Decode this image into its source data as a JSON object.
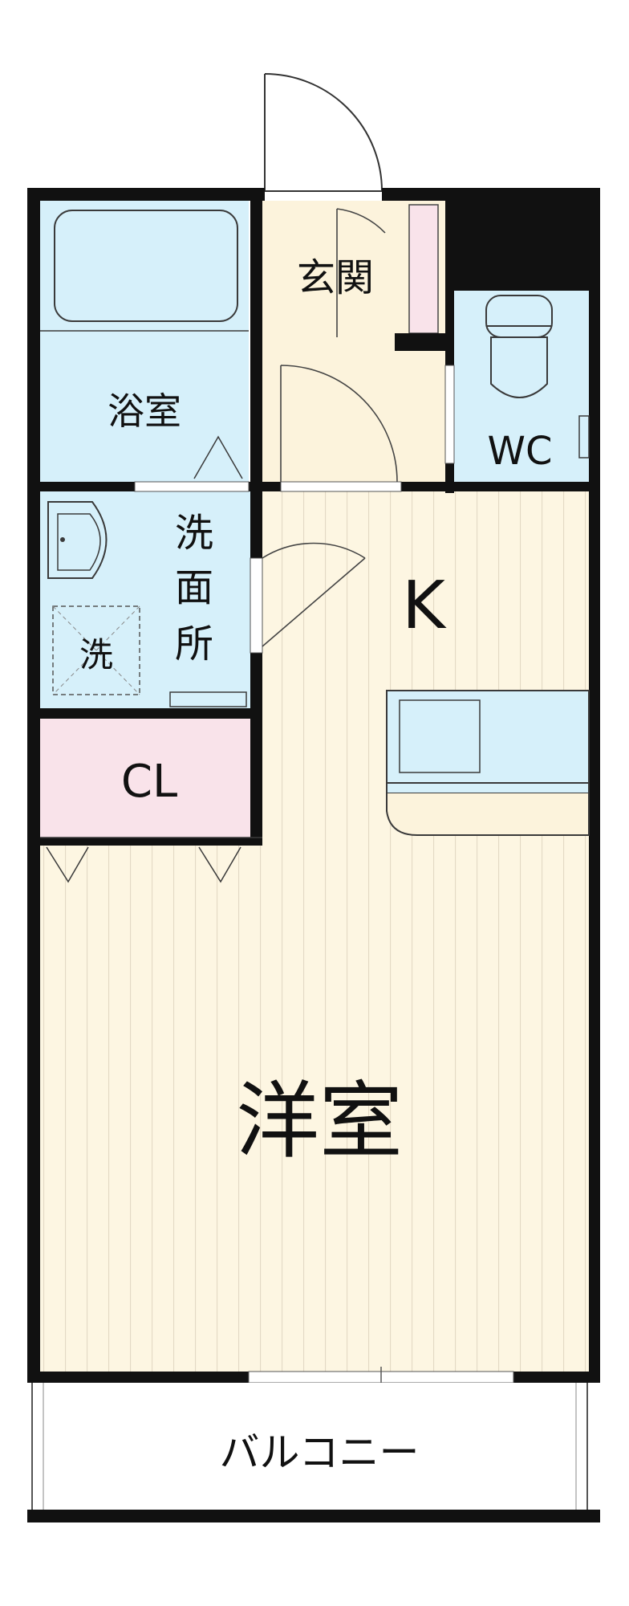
{
  "rooms": {
    "bathroom": "浴室",
    "entrance": "玄関",
    "toilet": "WC",
    "washroom": "洗面所",
    "washer": "洗",
    "kitchen": "K",
    "closet": "CL",
    "western_room": "洋室",
    "balcony": "バルコニー"
  },
  "colors": {
    "wall": "#111111",
    "water_area": "#d6f0fa",
    "floor_wood": "#fdf6e2",
    "wood_line": "#e3d9c4",
    "entrance_floor": "#fcf3dc",
    "closet": "#f9e3ea",
    "fixture_stroke": "#3a3a3a"
  }
}
